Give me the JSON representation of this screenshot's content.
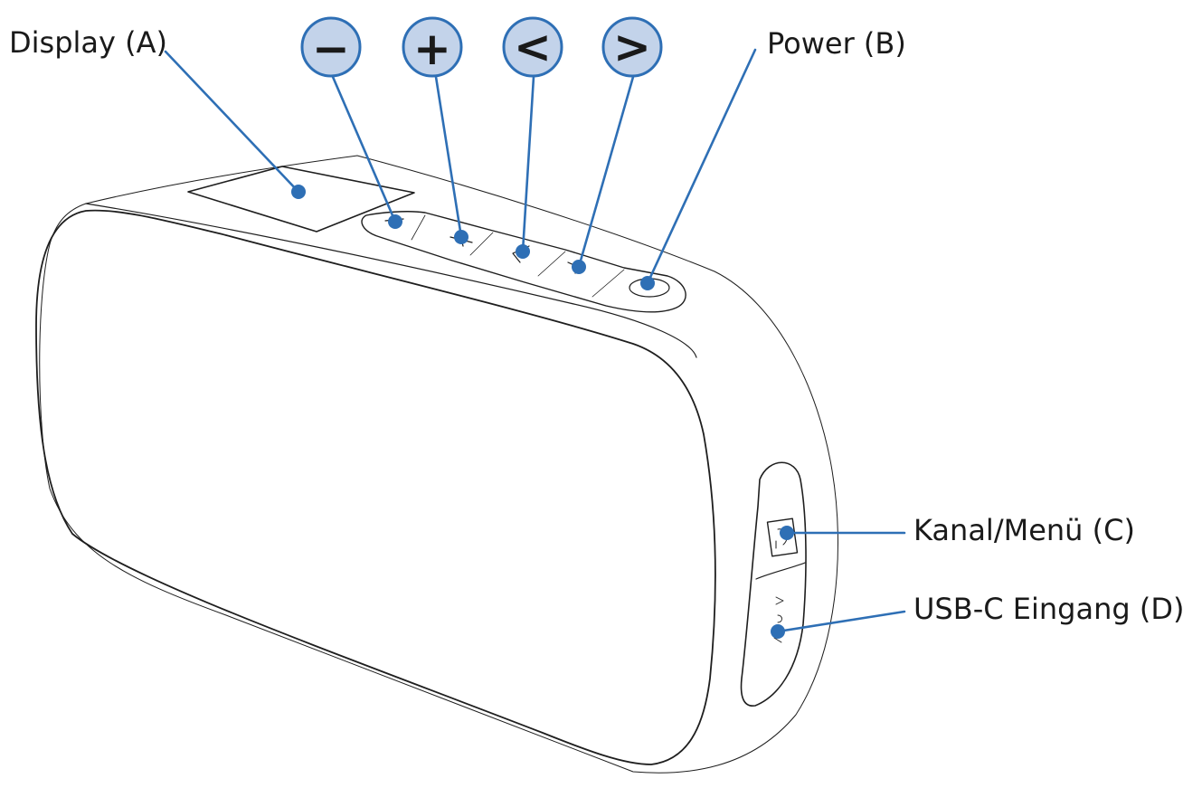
{
  "labels": {
    "display": "Display (A)",
    "power": "Power (B)",
    "channel_menu": "Kanal/Menü (C)",
    "usb_input": "USB-C Eingang (D)"
  },
  "buttons": {
    "minus": "−",
    "plus": "+",
    "prev": "<",
    "next": ">"
  },
  "colors": {
    "callout_line": "#2e6fb5",
    "callout_fill": "#c3d3ea",
    "outline": "#1e1e1e",
    "label_text": "#1a1a1a"
  }
}
